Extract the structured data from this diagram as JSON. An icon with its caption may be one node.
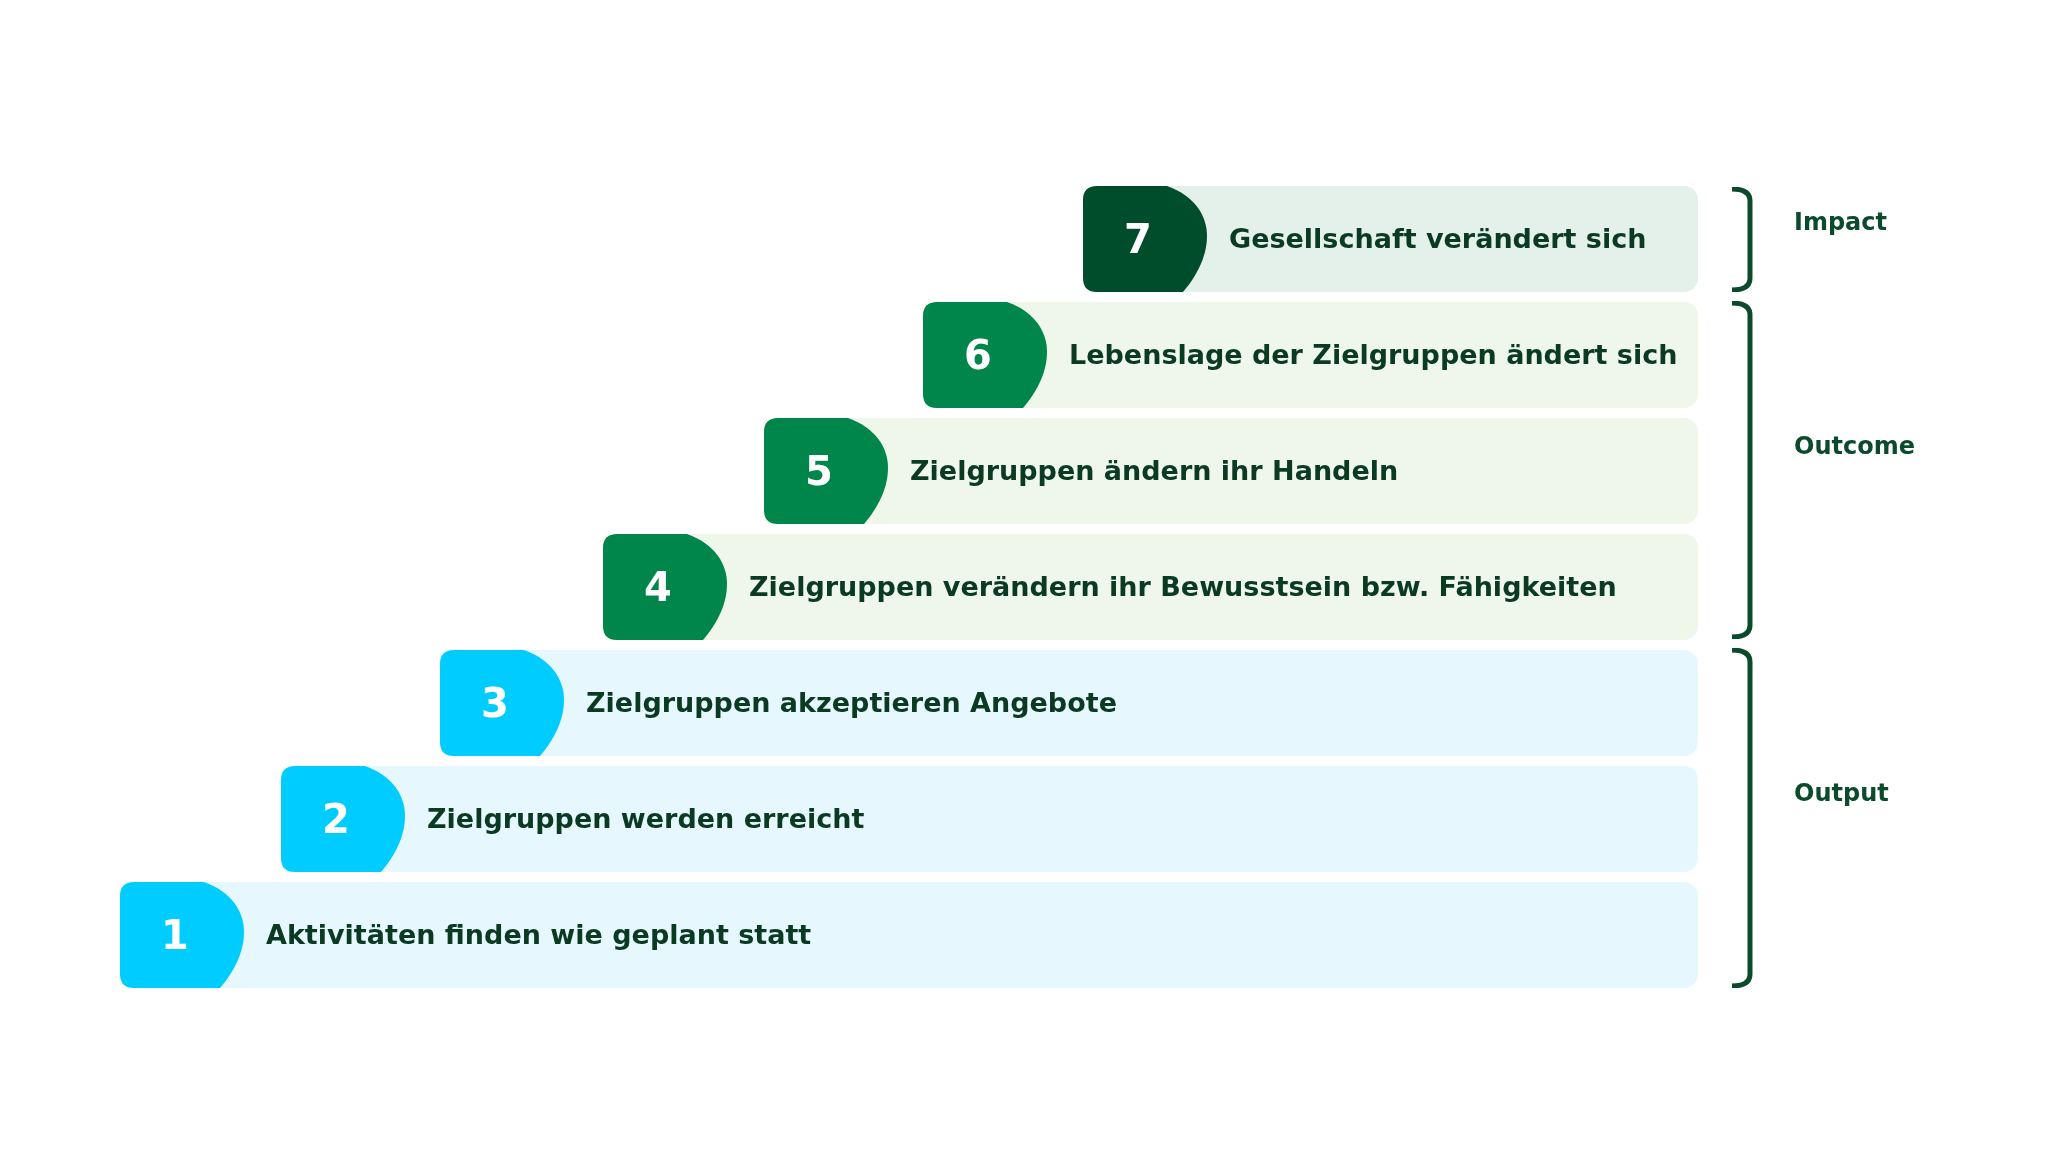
{
  "diagram": {
    "nodes": [
      {
        "text": [
          "7",
          "Gesellschaft verändert sich"
        ]
      },
      {
        "text": [
          "6",
          "Lebenslage der Zielgruppen ändert sich"
        ]
      },
      {
        "text": [
          "5",
          "Zielgruppen ändern ihr Handeln"
        ]
      },
      {
        "text": [
          "4",
          "Zielgruppen verändern ihr Bewusstsein bzw. Fähigkeiten"
        ]
      },
      {
        "text": [
          "3",
          "Zielgruppen akzeptieren Angebote"
        ]
      },
      {
        "text": [
          "2",
          "Zielgruppen werden erreicht"
        ]
      },
      {
        "text": [
          "1",
          "Aktivitäten finden wie geplant statt"
        ]
      }
    ],
    "edges": [],
    "labels": [
      "Impact",
      "Outcome",
      "Output"
    ]
  }
}
